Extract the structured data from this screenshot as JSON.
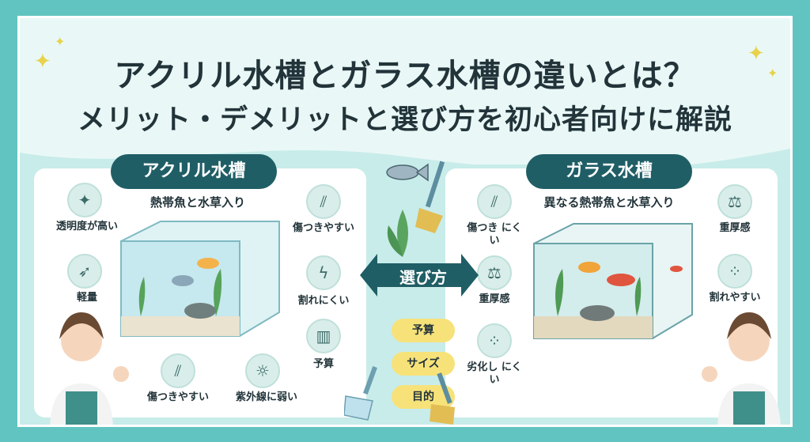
{
  "title": {
    "line1": "アクリル水槽とガラス水槽の違いとは？",
    "line2": "メリット・デメリットと選び方を初心者向けに解説"
  },
  "left": {
    "heading": "アクリル水槽",
    "caption": "熱帯魚と水草入り",
    "features": {
      "clarity": "透明度が高い",
      "light": "軽量",
      "scratch_easy": "傷つきやすい",
      "hard_to_break": "割れにくい",
      "budget": "予算",
      "scratch_bottom": "傷つきやすい",
      "uv_weak": "紫外線に弱い"
    }
  },
  "right": {
    "heading": "ガラス水槽",
    "caption": "異なる熱帯魚と水草入り",
    "features": {
      "scratch_hard": "傷つき にくい",
      "heavy_left": "重厚感",
      "degrade": "劣化し にくい",
      "heavy_right": "重厚感",
      "breakable": "割れやすい"
    }
  },
  "center": {
    "label": "選び方",
    "chips": [
      "予算",
      "サイズ",
      "目的"
    ]
  },
  "colors": {
    "teal_dark": "#205e66",
    "teal_bg": "#62c4c0",
    "chip": "#f7e27a"
  }
}
